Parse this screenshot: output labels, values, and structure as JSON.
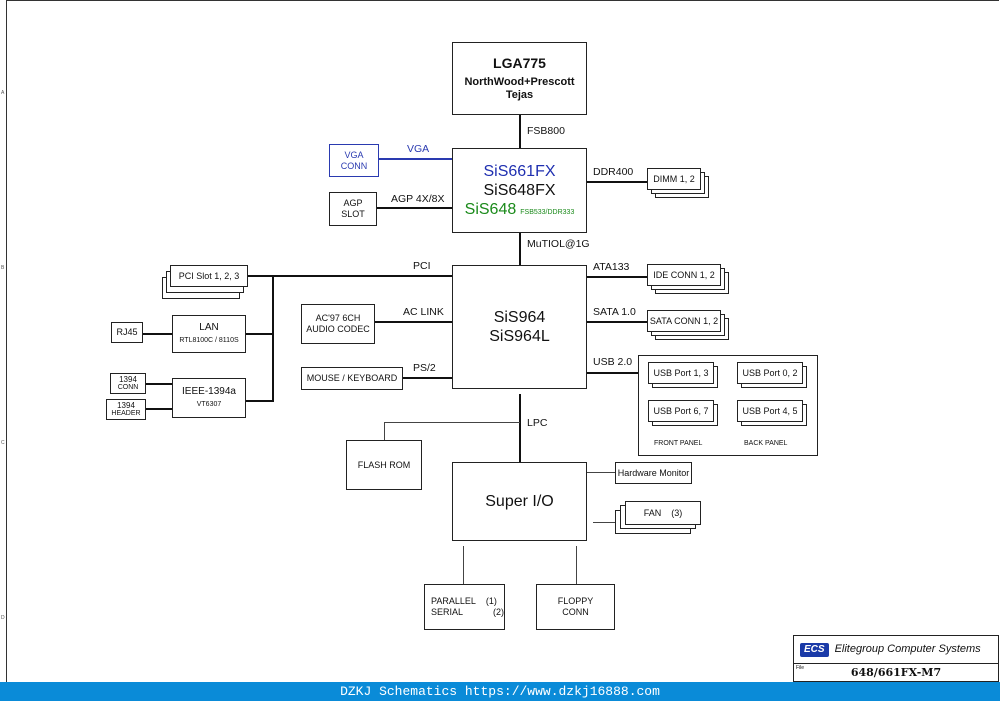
{
  "cpu": {
    "socket": "LGA775",
    "line1": "NorthWood+Prescott",
    "line2": "Tejas"
  },
  "northbridge": {
    "chip1": "SiS661FX",
    "chip2": "SiS648FX",
    "chip3": "SiS648",
    "chip3_note": "FSB533/DDR333",
    "color1": "#1f2fb0",
    "color3": "#1a8a1a"
  },
  "southbridge": {
    "line1": "SiS964",
    "line2": "SiS964L"
  },
  "superio": {
    "label": "Super I/O"
  },
  "links": {
    "fsb": "FSB800",
    "vga": "VGA",
    "agp": "AGP 4X/8X",
    "ddr": "DDR400",
    "mutiol": "MuTIOL@1G",
    "pci": "PCI",
    "ata": "ATA133",
    "aclink": "AC LINK",
    "sata": "SATA 1.0",
    "ps2": "PS/2",
    "usb": "USB 2.0",
    "lpc": "LPC"
  },
  "blocks": {
    "vga_conn": [
      "VGA",
      "CONN"
    ],
    "agp_slot": [
      "AGP",
      "SLOT"
    ],
    "dimm": "DIMM 1, 2",
    "pci_slot": "PCI Slot 1, 2, 3",
    "lan": {
      "title": "LAN",
      "sub": "RTL8100C / 8110S"
    },
    "rj45": "RJ45",
    "ieee": {
      "title": "IEEE-1394a",
      "sub": "VT6307"
    },
    "conn1394": [
      "1394",
      "CONN"
    ],
    "header1394": [
      "1394",
      "HEADER"
    ],
    "ac97": [
      "AC'97 6CH",
      "AUDIO CODEC"
    ],
    "mouse": "MOUSE / KEYBOARD",
    "ide": "IDE CONN 1, 2",
    "sata_conn": "SATA CONN 1, 2",
    "usb_p13": "USB Port 1, 3",
    "usb_p02": "USB Port 0, 2",
    "usb_p67": "USB Port 6, 7",
    "usb_p45": "USB Port 4, 5",
    "front_panel": "FRONT PANEL",
    "back_panel": "BACK PANEL",
    "flash": "FLASH ROM",
    "hwmon": "Hardware Monitor",
    "fan": "FAN",
    "fan_count": "(3)",
    "parallel": "PARALLEL",
    "parallel_count": "(1)",
    "serial": "SERIAL",
    "serial_count": "(2)",
    "floppy": [
      "FLOPPY",
      "CONN"
    ]
  },
  "titleblock": {
    "logo": "ECS",
    "company": "Elitegroup Computer Systems",
    "file_label": "File",
    "model": "648/661FX-M7"
  },
  "footer": "DZKJ Schematics https://www.dzkj16888.com",
  "margin_marks": [
    "A",
    "B",
    "C",
    "D"
  ]
}
